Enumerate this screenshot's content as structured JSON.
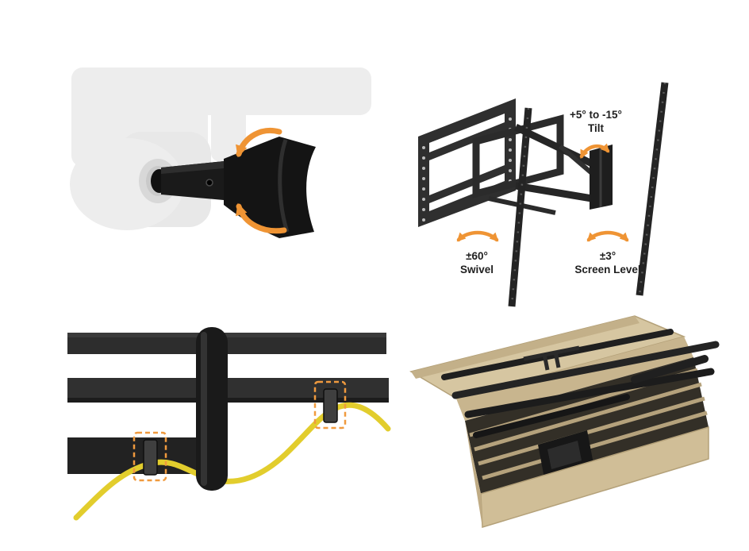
{
  "page": {
    "background": "#ffffff"
  },
  "colors": {
    "accent_orange": "#ef9434",
    "hardware_black": "#1d1d1d",
    "tv_gray": "#ececec",
    "cable_yellow": "#e2cd2d",
    "box_tan": "#d3c19c",
    "label_text": "#1f1f1f"
  },
  "labels": {
    "tilt_range": "+5° to -15°",
    "tilt": "Tilt",
    "swivel_range": "±60°",
    "swivel": "Swivel",
    "screen_level_range": "±3°",
    "screen_level": "Screen Level"
  }
}
